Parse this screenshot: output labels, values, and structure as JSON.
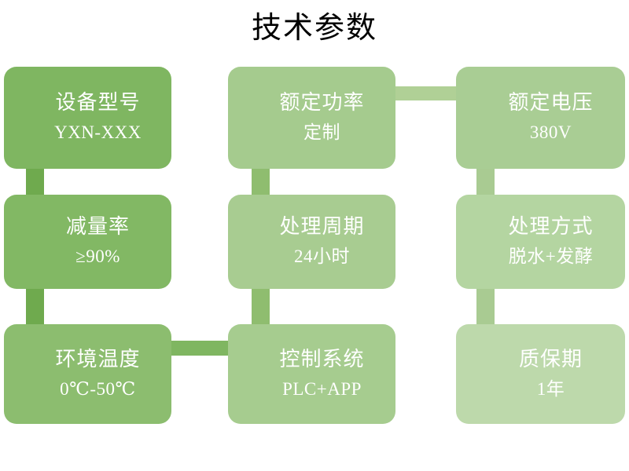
{
  "title": "技术参数",
  "theme": {
    "card_dark": "#7fb661",
    "card_mid": "#a5cb8e",
    "card_light": "#c2dcb0",
    "bar_dark": "#6faa4e",
    "bar_mid": "#8fbd6f",
    "bar_light": "#b0d096",
    "text": "#ffffff",
    "title_text": "#000000",
    "background": "#ffffff"
  },
  "cards": [
    {
      "id": "device-model",
      "label": "设备型号",
      "value": "YXN-XXX"
    },
    {
      "id": "rated-power",
      "label": "额定功率",
      "value": "定制"
    },
    {
      "id": "rated-voltage",
      "label": "额定电压",
      "value": "380V"
    },
    {
      "id": "reduction-rate",
      "label": "减量率",
      "value": "≥90%"
    },
    {
      "id": "treatment-cycle",
      "label": "处理周期",
      "value": "24小时"
    },
    {
      "id": "treatment-method",
      "label": "处理方式",
      "value": "脱水+发酵"
    },
    {
      "id": "ambient-temperature",
      "label": "环境温度",
      "value": "0℃-50℃"
    },
    {
      "id": "control-system",
      "label": "控制系统",
      "value": "PLC+APP"
    },
    {
      "id": "warranty-period",
      "label": "质保期",
      "value": "1年"
    }
  ]
}
